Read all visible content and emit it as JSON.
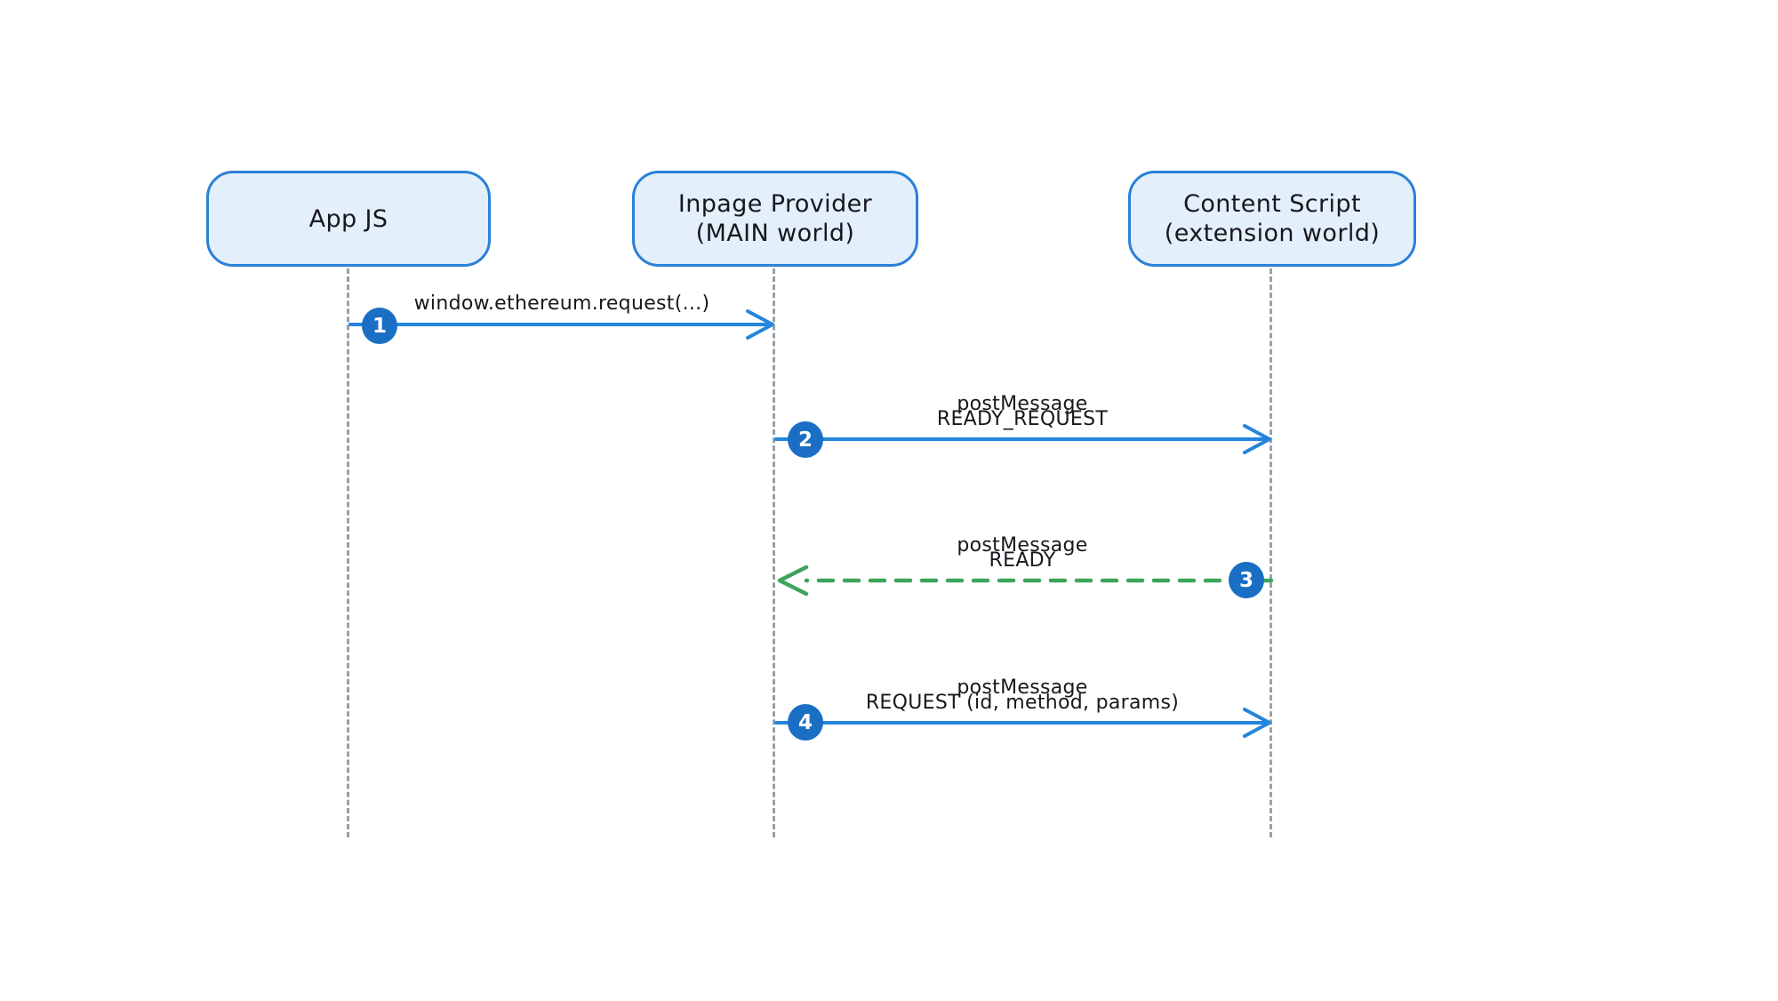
{
  "diagram": {
    "type": "sequence-diagram",
    "background": "#ffffff",
    "palette": {
      "actor_fill": "#e3effb",
      "actor_border": "#2b80d6",
      "arrow_blue": "#2385dc",
      "arrow_green": "#3da45a",
      "badge_fill": "#1a6fc4",
      "badge_text": "#ffffff",
      "lifeline_gray": "#96a1ab",
      "text_color": "#17181d"
    },
    "actors": [
      {
        "id": "app-js",
        "label_lines": [
          "App JS",
          ""
        ]
      },
      {
        "id": "inpage-provider",
        "label_lines": [
          "Inpage Provider",
          "(MAIN world)"
        ]
      },
      {
        "id": "content-script",
        "label_lines": [
          "Content Script",
          "(extension world)"
        ]
      }
    ],
    "messages": [
      {
        "step": "1",
        "from": "app-js",
        "to": "inpage-provider",
        "direction": "right",
        "line_style": "solid",
        "color": "#2385dc",
        "label_lines": [
          "window.ethereum.request(...)",
          ""
        ]
      },
      {
        "step": "2",
        "from": "inpage-provider",
        "to": "content-script",
        "direction": "right",
        "line_style": "solid",
        "color": "#2385dc",
        "label_lines": [
          "postMessage",
          "READY_REQUEST"
        ]
      },
      {
        "step": "3",
        "from": "content-script",
        "to": "inpage-provider",
        "direction": "left",
        "line_style": "dashed",
        "color": "#3da45a",
        "label_lines": [
          "postMessage",
          "READY"
        ]
      },
      {
        "step": "4",
        "from": "inpage-provider",
        "to": "content-script",
        "direction": "right",
        "line_style": "solid",
        "color": "#2385dc",
        "label_lines": [
          "postMessage",
          "REQUEST (id, method, params)"
        ]
      }
    ]
  }
}
